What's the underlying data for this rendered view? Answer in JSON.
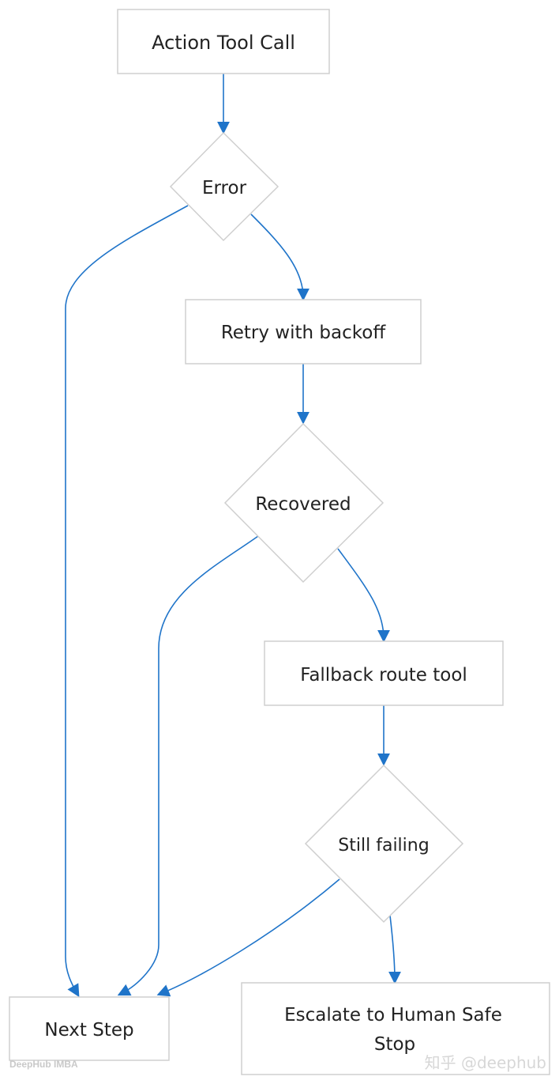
{
  "diagram": {
    "nodes": {
      "action_tool_call": "Action Tool Call",
      "error": "Error",
      "retry_with_backoff": "Retry with backoff",
      "recovered": "Recovered",
      "fallback_route_tool": "Fallback route tool",
      "still_failing": "Still failing",
      "next_step": "Next Step",
      "escalate_line1": "Escalate to Human Safe",
      "escalate_line2": "Stop"
    }
  },
  "watermarks": {
    "left": "DeepHub IMBA",
    "right": "知乎 @deephub"
  },
  "colors": {
    "edge": "#1f74c9",
    "node_stroke": "#cfcfcf"
  }
}
